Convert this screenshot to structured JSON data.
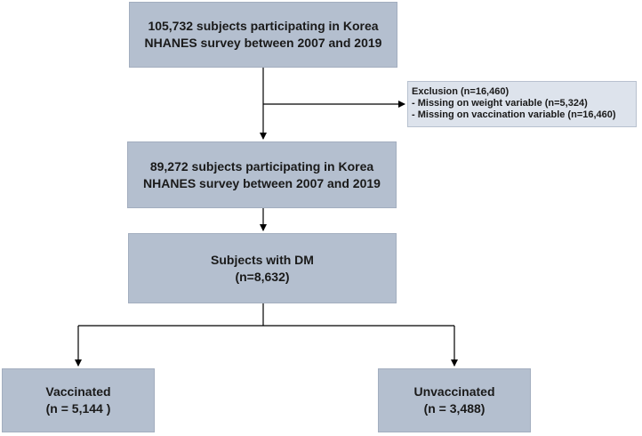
{
  "boxes": {
    "initial": {
      "line1": "105,732 subjects participating in Korea",
      "line2": "NHANES survey between 2007 and 2019"
    },
    "exclusion": {
      "title": "Exclusion (n=16,460)",
      "item1": " - Missing on weight variable (n=5,324)",
      "item2": " - Missing on vaccination variable (n=16,460)"
    },
    "eligible": {
      "line1": "89,272 subjects participating in Korea",
      "line2": "NHANES survey between 2007 and 2019"
    },
    "dm": {
      "line1": "Subjects with DM",
      "line2": "(n=8,632)"
    },
    "vaccinated": {
      "line1": "Vaccinated",
      "line2": "(n = 5,144 )"
    },
    "unvaccinated": {
      "line1": "Unvaccinated",
      "line2": "(n = 3,488)"
    }
  },
  "colors": {
    "box_fill": "#b4bfcf",
    "exclusion_fill": "#dde3ec",
    "line": "#000000"
  }
}
